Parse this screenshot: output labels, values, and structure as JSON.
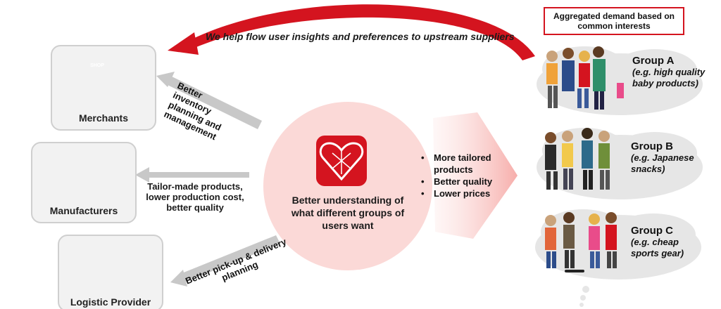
{
  "top_caption": "We help flow user insights and preferences to upstream suppliers",
  "aggregated_label": "Aggregated demand based on common interests",
  "suppliers": {
    "merchants": "Merchants",
    "manufacturers": "Manufacturers",
    "logistic": "Logistic Provider",
    "shop_sign": "SHOP"
  },
  "benefits": {
    "merchants": "Better inventory planning and management",
    "manufacturers": "Tailor-made products, lower production cost, better quality",
    "logistic": "Better pick-up & delivery planning"
  },
  "center_text": "Better understanding of what different groups of users want",
  "user_benefits": [
    "More tailored products",
    "Better quality",
    "Lower prices"
  ],
  "groups": [
    {
      "name": "Group A",
      "desc": "(e.g. high quality baby products)"
    },
    {
      "name": "Group B",
      "desc": "(e.g. Japanese snacks)"
    },
    {
      "name": "Group C",
      "desc": "(e.g. cheap sports gear)"
    }
  ],
  "colors": {
    "accent": "#d4141f",
    "arrow_gray": "#c8c8c8",
    "circle": "#fbd9d7",
    "cloud": "#e6e6e6"
  },
  "icons": [
    "shop-icon",
    "factory-icon",
    "truck-icon",
    "heart-logo-icon",
    "people-icon"
  ]
}
